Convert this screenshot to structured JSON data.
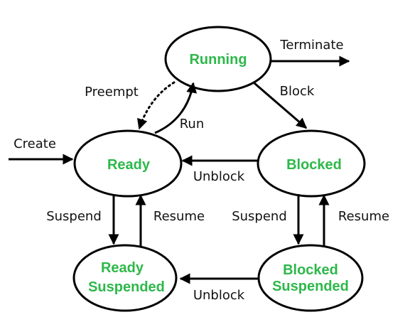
{
  "colors": {
    "state_text": "#2db84a",
    "stroke": "#000000",
    "edge_text": "#111111",
    "background": "#ffffff"
  },
  "states": {
    "running": "Running",
    "ready": "Ready",
    "blocked": "Blocked",
    "ready_suspended": [
      "Ready",
      "Suspended"
    ],
    "blocked_suspended": [
      "Blocked",
      "Suspended"
    ]
  },
  "transitions": {
    "terminate": "Terminate",
    "preempt": "Preempt",
    "block": "Block",
    "run": "Run",
    "create": "Create",
    "unblock_top": "Unblock",
    "suspend_left": "Suspend",
    "resume_left": "Resume",
    "suspend_right": "Suspend",
    "resume_right": "Resume",
    "unblock_bottom": "Unblock"
  }
}
